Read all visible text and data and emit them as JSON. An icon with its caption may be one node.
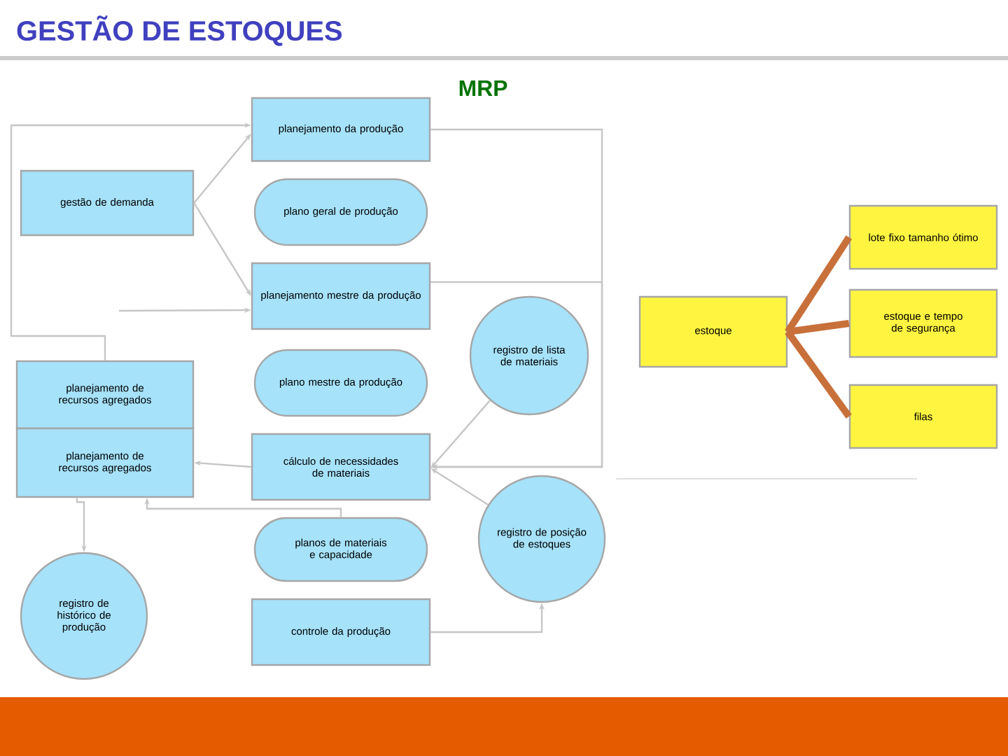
{
  "diagram": {
    "title": "GESTÃO DE ESTOQUES",
    "nodes": [
      {
        "text": [
          "gestão de demanda"
        ]
      },
      {
        "text": [
          "planejamento da produção"
        ]
      },
      {
        "text": [
          "plano geral de produção"
        ]
      },
      {
        "text": [
          "planejamento mestre da produção"
        ]
      },
      {
        "text": [
          "plano mestre da produção"
        ]
      },
      {
        "text": [
          "cálculo de necessidades de materiais"
        ]
      },
      {
        "text": [
          "planos de materiais e capacidade"
        ]
      },
      {
        "text": [
          "controle da produção"
        ]
      },
      {
        "text": [
          "registro de lista de materiais"
        ]
      },
      {
        "text": [
          "registro de posição de estoques"
        ]
      },
      {
        "text": [
          "planejamento de recursos agregados"
        ]
      },
      {
        "text": [
          "planejamento de recursos agregados"
        ]
      },
      {
        "text": [
          "registro de histórico de produção"
        ]
      },
      {
        "text": [
          "estoque"
        ]
      },
      {
        "text": [
          "lote fixo tamanho ótimo"
        ]
      },
      {
        "text": [
          "estoque e tempo de segurança"
        ]
      },
      {
        "text": [
          "filas"
        ]
      }
    ],
    "edges": [
      {
        "from": 0,
        "to": 1,
        "arrow": "to"
      },
      {
        "from": 0,
        "to": 3,
        "arrow": "to"
      },
      {
        "from": null,
        "to": 3,
        "arrow": "to"
      },
      {
        "from": 10,
        "to": 1,
        "arrow": "to"
      },
      {
        "from": 1,
        "to": 5,
        "arrow": "to"
      },
      {
        "from": 3,
        "to": 5,
        "arrow": "to"
      },
      {
        "from": 8,
        "to": 5,
        "arrow": "to"
      },
      {
        "from": 9,
        "to": 5,
        "arrow": "to"
      },
      {
        "from": 5,
        "to": 11,
        "arrow": "to"
      },
      {
        "from": 11,
        "to": 12,
        "arrow": "to"
      },
      {
        "from": 6,
        "to": 11,
        "arrow": "to"
      },
      {
        "from": 7,
        "to": 9,
        "arrow": "to"
      },
      {
        "from": 13,
        "to": 14,
        "arrow": "none",
        "style": "thick",
        "color": "#c8703a"
      },
      {
        "from": 13,
        "to": 15,
        "arrow": "none",
        "style": "thick",
        "color": "#c8703a"
      },
      {
        "from": 13,
        "to": 16,
        "arrow": "none",
        "style": "thick",
        "color": "#c8703a"
      }
    ],
    "labels": [
      "MRP"
    ]
  }
}
